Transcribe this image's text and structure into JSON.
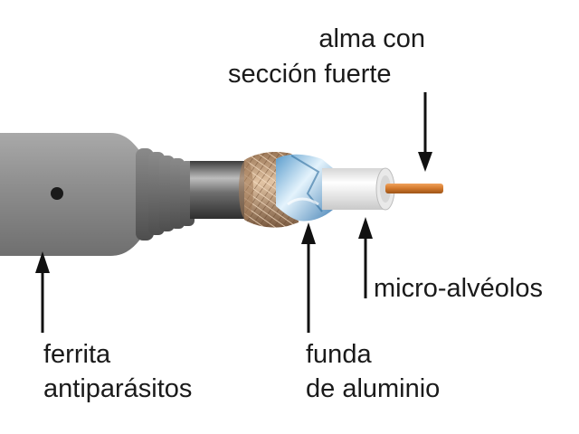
{
  "labels": {
    "core": {
      "line1": "alma con",
      "line2": "sección fuerte"
    },
    "foam": {
      "line1": "micro-alvéolos"
    },
    "ferrite": {
      "line1": "ferrita",
      "line2": "antiparásitos"
    },
    "foil": {
      "line1": "funda",
      "line2": "de aluminio"
    }
  },
  "colors": {
    "plug_body": "#8f8f8f",
    "jacket": "#5a5a5a",
    "braid": "#c8a27c",
    "foil": "#8ec5ea",
    "dielectric": "#f2f2f2",
    "copper": "#d2782c",
    "arrow": "#111111"
  }
}
